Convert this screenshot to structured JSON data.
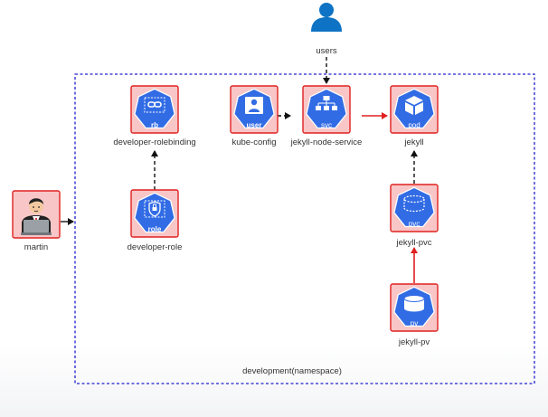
{
  "colors": {
    "k8s_blue": "#326ce5",
    "box_fill": "#f8c6c6",
    "box_stroke": "#e02020",
    "namespace_border": "#2020cc",
    "dashed_edge": "#111111",
    "solid_edge": "#e02020",
    "user_icon": "#0e73c4"
  },
  "namespace": {
    "label": "development(namespace)"
  },
  "nodes": {
    "users": {
      "label": "users",
      "icon": "person-icon"
    },
    "martin": {
      "label": "martin",
      "icon": "developer-at-laptop-icon"
    },
    "rb": {
      "label": "developer-rolebinding",
      "badge": "rb",
      "icon": "link-icon"
    },
    "role": {
      "label": "developer-role",
      "badge": "role",
      "icon": "lock-icon"
    },
    "kubeconfig": {
      "label": "kube-config",
      "badge": "user",
      "icon": "user-card-icon"
    },
    "svc": {
      "label": "jekyll-node-service",
      "badge": "svc",
      "icon": "network-tree-icon"
    },
    "pod": {
      "label": "jekyll",
      "badge": "pod",
      "icon": "cube-icon"
    },
    "pvc": {
      "label": "jekyll-pvc",
      "badge": "pvc",
      "icon": "dashed-cylinder-icon"
    },
    "pv": {
      "label": "jekyll-pv",
      "badge": "pv",
      "icon": "cylinder-icon"
    }
  },
  "edges": [
    {
      "from": "users",
      "to": "svc",
      "style": "dashed"
    },
    {
      "from": "martin",
      "to": "namespace",
      "style": "solid-dark"
    },
    {
      "from": "role",
      "to": "rb",
      "style": "dashed"
    },
    {
      "from": "kubeconfig",
      "to": "svc",
      "style": "dashed"
    },
    {
      "from": "svc",
      "to": "pod",
      "style": "solid-red"
    },
    {
      "from": "pvc",
      "to": "pod",
      "style": "dashed"
    },
    {
      "from": "pv",
      "to": "pvc",
      "style": "solid-red"
    }
  ]
}
